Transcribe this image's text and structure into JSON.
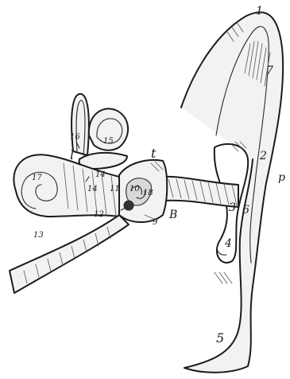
{
  "figure": {
    "labels": {
      "n1": "1",
      "n2": "2",
      "n3": "3",
      "n4": "4",
      "n5": "5",
      "n6": "6",
      "n7": "7",
      "n9": "9",
      "n10": "10",
      "n11": "11",
      "n12": "12",
      "n13": "13",
      "n14": "14",
      "n15": "15",
      "n16": "16",
      "n17": "17",
      "nB": "B",
      "nt": "t",
      "nl": "l",
      "np": "p",
      "n18": "18"
    }
  }
}
